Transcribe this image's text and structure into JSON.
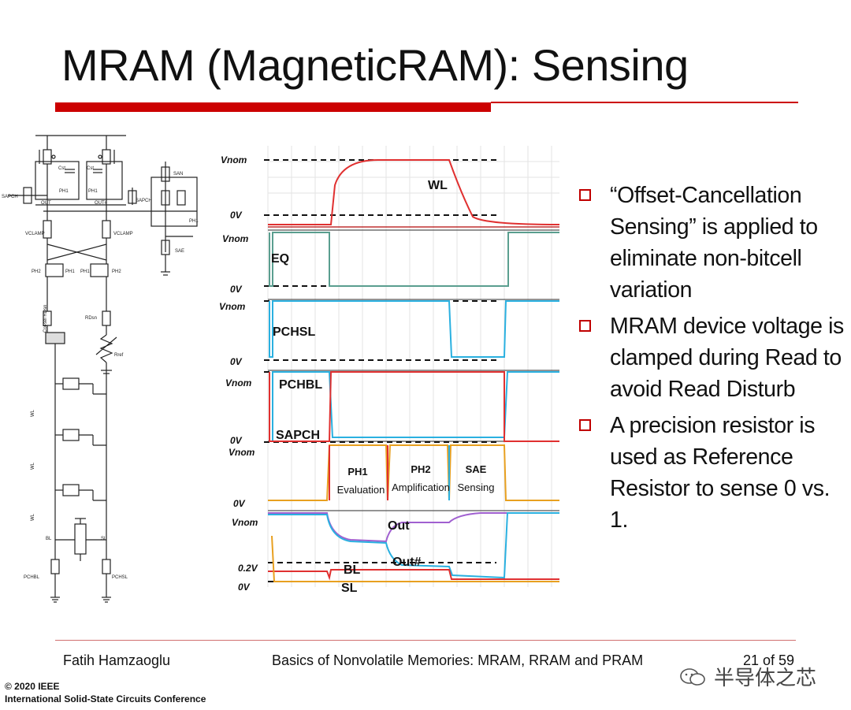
{
  "slide": {
    "title": "MRAM (MagneticRAM): Sensing",
    "accent_color": "#cc0000"
  },
  "schematic": {
    "labels": {
      "cst1": "Cst",
      "cst2": "Cst",
      "ph1_a": "PH1",
      "ph1_b": "PH1",
      "sapch": "SAPCH",
      "sapch2": "SAPCH",
      "out": "OUT",
      "outb": "OUT#",
      "vclamp1": "VCLAMP",
      "vclamp2": "VCLAMP",
      "ph2_l": "PH2",
      "ph1_l": "PH1",
      "ph1_r": "PH1",
      "ph2_r": "PH2",
      "san": "SAN",
      "ph1_sa": "PH1",
      "sae": "SAE",
      "col_sel_rdsn": "Col-sel RDsn",
      "rdsn": "RDsn",
      "ref_res": "Rref",
      "bl": "BL",
      "sl": "SL",
      "pchbl": "PCHBL",
      "pchsl": "PCHSL",
      "wl_a": "WL",
      "wl_b": "WL",
      "wl_c": "WL"
    }
  },
  "waveforms": {
    "panels": [
      {
        "top": "Vnom",
        "bottom": "0V",
        "signals": [
          {
            "name": "WL",
            "color": "#e03030"
          }
        ]
      },
      {
        "top": "Vnom",
        "bottom": "0V",
        "signals": [
          {
            "name": "EQ",
            "color": "#5a9e8f"
          }
        ]
      },
      {
        "top": "Vnom",
        "bottom": "0V",
        "signals": [
          {
            "name": "PCHSL",
            "color": "#2ab0e0"
          }
        ]
      },
      {
        "top": "Vnom",
        "bottom": "0V",
        "signals": [
          {
            "name": "PCHBL",
            "color": "#2ab0e0"
          },
          {
            "name": "SAPCH",
            "color": "#e03030"
          }
        ]
      },
      {
        "top": "Vnom",
        "bottom": "0V",
        "signals": [
          {
            "name": "phases",
            "color": "#e8a020"
          }
        ]
      },
      {
        "top": "Vnom",
        "mid": "0.2V",
        "bottom": "0V",
        "signals": [
          {
            "name": "Out",
            "color": "#a060d0"
          },
          {
            "name": "Out#",
            "color": "#2ab0e0"
          },
          {
            "name": "BL",
            "color": "#e03030"
          },
          {
            "name": "SL",
            "color": "#e8a020"
          }
        ]
      }
    ],
    "phases": [
      {
        "name": "PH1",
        "desc": "Evaluation"
      },
      {
        "name": "PH2",
        "desc": "Amplification"
      },
      {
        "name": "SAE",
        "desc": "Sensing"
      }
    ]
  },
  "bullets": [
    "“Offset-Cancellation Sensing” is applied to eliminate non-bitcell variation",
    "MRAM device voltage is clamped during Read to avoid Read Disturb",
    "A precision resistor is used as Reference Resistor to sense 0 vs. 1."
  ],
  "footer": {
    "author": "Fatih Hamzaoglu",
    "course": "Basics of Nonvolatile Memories: MRAM, RRAM and PRAM",
    "page": "21 of 59",
    "watermark": "半导体之芯",
    "copyright_1": "© 2020 IEEE",
    "copyright_2": "International Solid-State Circuits Conference"
  }
}
